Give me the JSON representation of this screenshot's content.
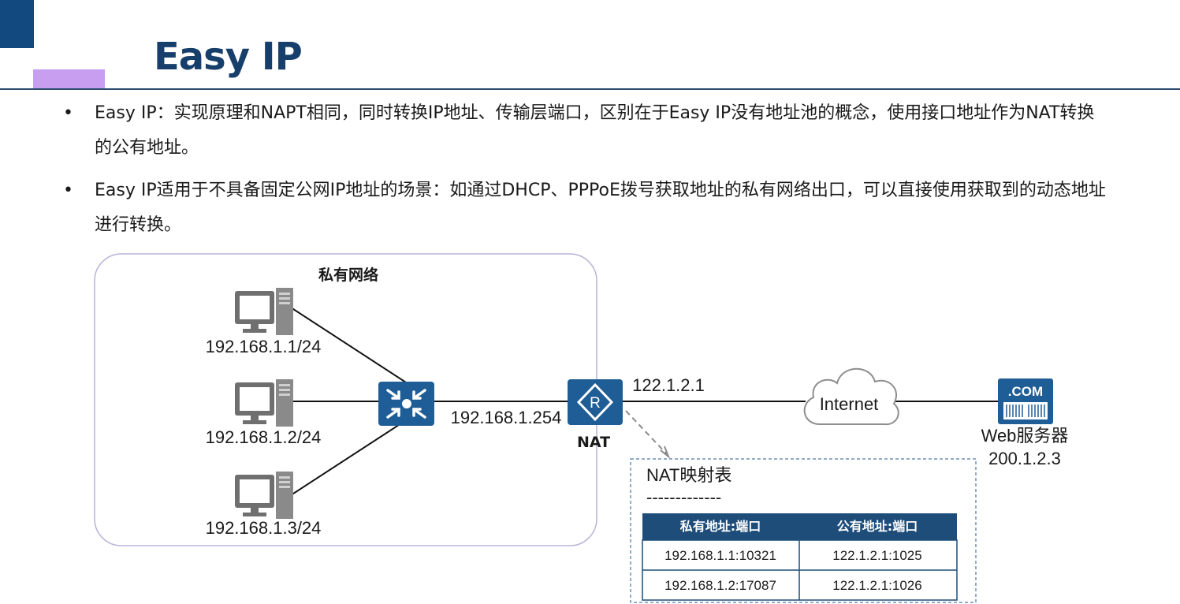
{
  "header": {
    "title": "Easy IP"
  },
  "bullets": [
    {
      "marker": "•",
      "text": "Easy IP：实现原理和NAPT相同，同时转换IP地址、传输层端口，区别在于Easy IP没有地址池的概念，使用接口地址作为NAT转换的公有地址。"
    },
    {
      "marker": "•",
      "text": "Easy IP适用于不具备固定公网IP地址的场景：如通过DHCP、PPPoE拨号获取地址的私有网络出口，可以直接使用获取到的动态地址进行转换。"
    }
  ],
  "diagram": {
    "private_network_label": "私有网络",
    "hosts": [
      {
        "ip": "192.168.1.1/24",
        "icon": "pc-icon"
      },
      {
        "ip": "192.168.1.2/24",
        "icon": "pc-icon"
      },
      {
        "ip": "192.168.1.3/24",
        "icon": "pc-icon"
      }
    ],
    "switch": {
      "icon": "switch-icon"
    },
    "inside_ip": "192.168.1.254",
    "router": {
      "label": "NAT",
      "icon": "router-icon",
      "glyph": "R"
    },
    "outside_ip": "122.1.2.1",
    "cloud": {
      "label": "Internet",
      "icon": "cloud-icon"
    },
    "server": {
      "badge": ".COM",
      "label": "Web服务器",
      "ip": "200.1.2.3",
      "icon": "web-server-icon"
    },
    "nat_table": {
      "title": "NAT映射表",
      "divider": "-------------",
      "headers": [
        "私有地址:端口",
        "公有地址:端口"
      ],
      "rows": [
        [
          "192.168.1.1:10321",
          "122.1.2.1:1025"
        ],
        [
          "192.168.1.2:17087",
          "122.1.2.1:1026"
        ]
      ]
    }
  },
  "colors": {
    "brand_dark": "#12497e",
    "title": "#173f6b",
    "accent": "#c79ef0",
    "device_blue": "#1f5d96",
    "panel_border": "#b9b2d8",
    "table_header": "#1e4d7a"
  }
}
